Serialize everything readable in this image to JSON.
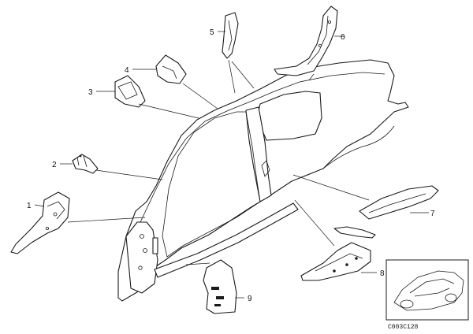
{
  "diagram": {
    "callouts": [
      "1",
      "2",
      "3",
      "4",
      "5",
      "6",
      "7",
      "8",
      "9"
    ],
    "reference_code": "C003C128"
  }
}
